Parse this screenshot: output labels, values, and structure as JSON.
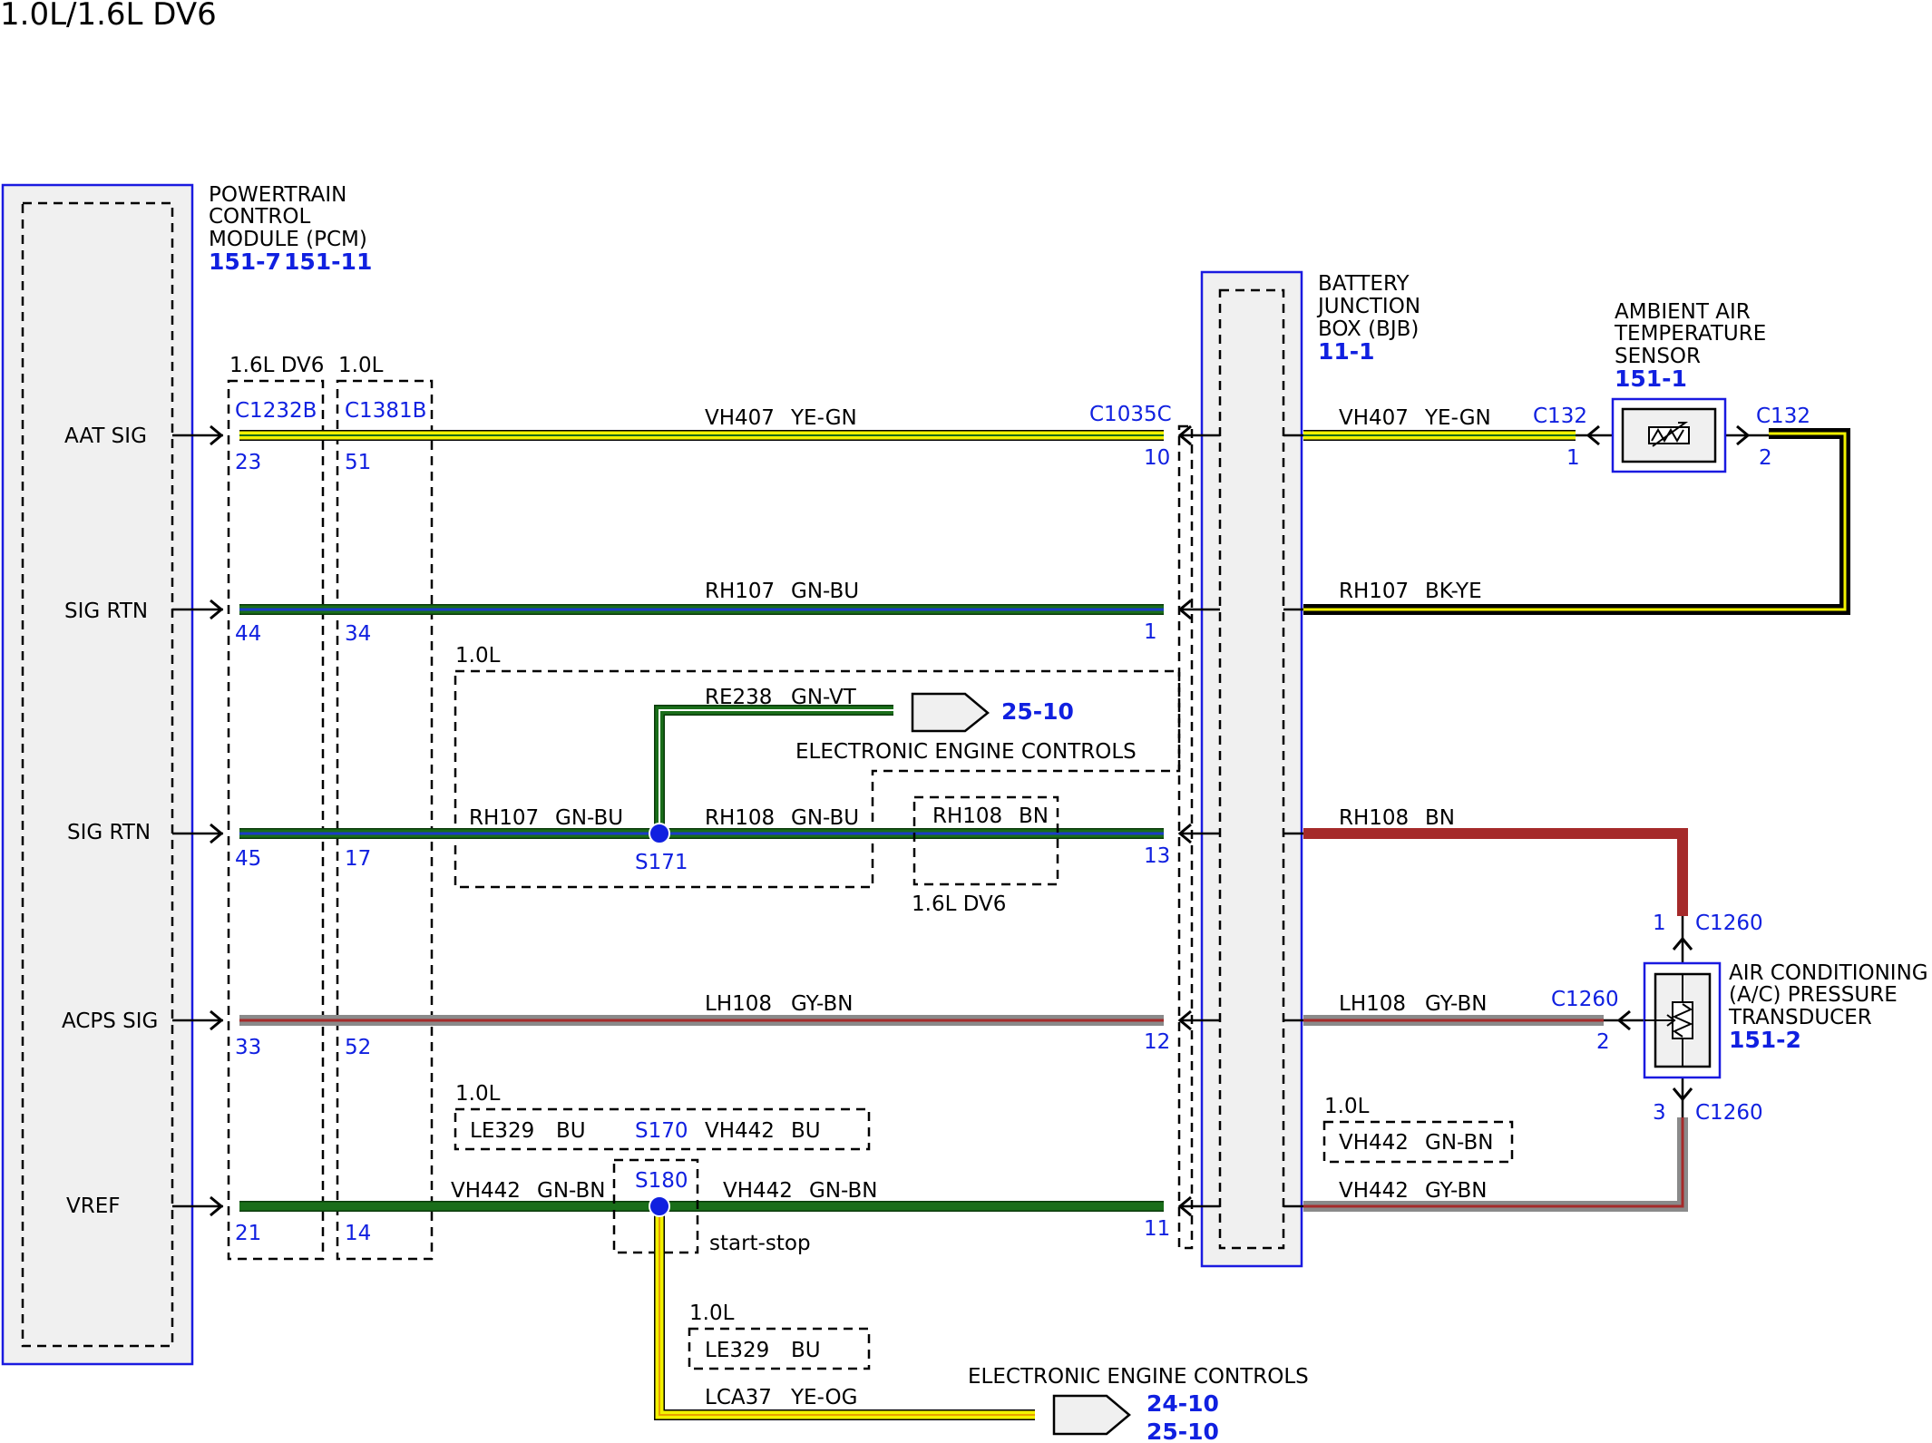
{
  "title": "1.0L/1.6L DV6",
  "pcm": {
    "name": [
      "POWERTRAIN",
      "CONTROL",
      "MODULE (PCM)"
    ],
    "refs": [
      "151-7",
      "151-11"
    ],
    "circuits": [
      "AAT SIG",
      "SIG RTN",
      "SIG RTN",
      "ACPS SIG",
      "VREF"
    ]
  },
  "connectors": {
    "c1232b": {
      "variant": "1.6L DV6",
      "name": "C1232B",
      "pins": [
        "23",
        "44",
        "45",
        "33",
        "21"
      ]
    },
    "c1381b": {
      "variant": "1.0L",
      "name": "C1381B",
      "pins": [
        "51",
        "34",
        "17",
        "52",
        "14"
      ]
    },
    "c1035c": {
      "name": "C1035C",
      "pins": [
        "10",
        "1",
        "13",
        "12",
        "11"
      ]
    }
  },
  "bjb": {
    "name": [
      "BATTERY",
      "JUNCTION",
      "BOX (BJB)"
    ],
    "ref": "11-1"
  },
  "wires": {
    "w1_left": [
      "VH407",
      "YE-GN"
    ],
    "w2_left": [
      "RH107",
      "GN-BU"
    ],
    "w3_a": [
      "RH107",
      "GN-BU"
    ],
    "w3_b": [
      "RH108",
      "GN-BU"
    ],
    "w3_c": [
      "RH108",
      "BN"
    ],
    "branch_re238": [
      "RE238",
      "GN-VT"
    ],
    "w4_left": [
      "LH108",
      "GY-BN"
    ],
    "w5_a": [
      "VH442",
      "GN-BN"
    ],
    "w5_b": [
      "VH442",
      "GN-BN"
    ],
    "w1_right": [
      "VH407",
      "YE-GN"
    ],
    "w2_right": [
      "RH107",
      "BK-YE"
    ],
    "w3_right": [
      "RH108",
      "BN"
    ],
    "w4_right": [
      "LH108",
      "GY-BN"
    ],
    "w5_right": [
      "VH442",
      "GY-BN"
    ],
    "w5_right_alt": [
      "VH442",
      "GN-BN"
    ],
    "le329_top": [
      "LE329",
      "BU"
    ],
    "vh442_top": [
      "VH442",
      "BU"
    ],
    "le329_bottom": [
      "LE329",
      "BU"
    ],
    "lca37": [
      "LCA37",
      "YE-OG"
    ]
  },
  "variants": {
    "box_re238": "1.0L",
    "box_rh108": "1.6L DV6",
    "box_s170": "1.0L",
    "box_vh442_right": "1.0L",
    "box_le329_bottom": "1.0L",
    "start_stop": "start-stop"
  },
  "splices": {
    "s171": "S171",
    "s170": "S170",
    "s180": "S180"
  },
  "destinations": {
    "eec_upper": {
      "label": "ELECTRONIC ENGINE CONTROLS",
      "ref": "25-10"
    },
    "eec_lower": {
      "label": "ELECTRONIC ENGINE CONTROLS",
      "refs": [
        "24-10",
        "25-10"
      ]
    }
  },
  "aat_sensor": {
    "name": [
      "AMBIENT AIR",
      "TEMPERATURE",
      "SENSOR"
    ],
    "ref": "151-1",
    "connector": "C132",
    "pins": [
      "1",
      "2"
    ]
  },
  "acp_transducer": {
    "name": [
      "AIR CONDITIONING",
      "(A/C) PRESSURE",
      "TRANSDUCER"
    ],
    "ref": "151-2",
    "connector": "C1260",
    "pins": [
      "1",
      "2",
      "3"
    ]
  },
  "colors": {
    "yellow": "#f2f200",
    "green": "#1a6e1a",
    "blue": "#1a3cc8",
    "black": "#000000",
    "brown": "#a52a2a",
    "gray": "#8a8a8a",
    "splice": "#1020e0",
    "ref_blue": "#1020e0",
    "frame": "#1a1ae0",
    "module_fill": "#f0f0f0"
  }
}
